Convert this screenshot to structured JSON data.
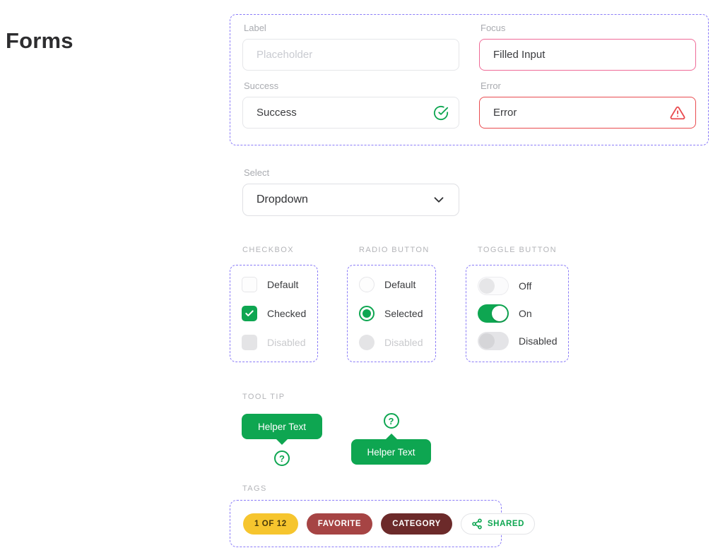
{
  "page": {
    "title": "Forms"
  },
  "colors": {
    "accent_purple": "#8b7cf8",
    "green": "#0ea651",
    "focus_pink": "#ef6a97",
    "error_red": "#e94b4f",
    "tag_yellow": "#f6c52e",
    "tag_red": "#a64444",
    "tag_maroon": "#6c2a2a"
  },
  "inputs": {
    "default": {
      "label": "Label",
      "placeholder": "Placeholder",
      "value": ""
    },
    "focus": {
      "label": "Focus",
      "value": "Filled Input"
    },
    "success": {
      "label": "Success",
      "value": "Success",
      "icon": "check-circle-icon"
    },
    "error": {
      "label": "Error",
      "value": "Error",
      "icon": "warning-triangle-icon"
    }
  },
  "select": {
    "label": "Select",
    "value": "Dropdown",
    "icon": "chevron-down-icon"
  },
  "checkbox": {
    "section_label": "CHECKBOX",
    "items": [
      {
        "label": "Default",
        "state": "default"
      },
      {
        "label": "Checked",
        "state": "checked"
      },
      {
        "label": "Disabled",
        "state": "disabled"
      }
    ]
  },
  "radio": {
    "section_label": "RADIO BUTTON",
    "items": [
      {
        "label": "Default",
        "state": "default"
      },
      {
        "label": "Selected",
        "state": "selected"
      },
      {
        "label": "Disabled",
        "state": "disabled"
      }
    ]
  },
  "toggle": {
    "section_label": "TOGGLE BUTTON",
    "items": [
      {
        "label": "Off",
        "state": "off"
      },
      {
        "label": "On",
        "state": "on"
      },
      {
        "label": "Disabled",
        "state": "disabled"
      }
    ]
  },
  "tooltip": {
    "section_label": "TOOL TIP",
    "bottom_arrow": {
      "text": "Helper Text",
      "icon": "question-mark-icon"
    },
    "top_arrow": {
      "text": "Helper Text",
      "icon": "question-mark-icon"
    }
  },
  "tags": {
    "section_label": "TAGS",
    "items": [
      {
        "label": "1 OF 12",
        "style": "yellow"
      },
      {
        "label": "FAVORITE",
        "style": "red"
      },
      {
        "label": "CATEGORY",
        "style": "maroon"
      },
      {
        "label": "SHARED",
        "style": "outline",
        "icon": "share-icon"
      }
    ]
  }
}
